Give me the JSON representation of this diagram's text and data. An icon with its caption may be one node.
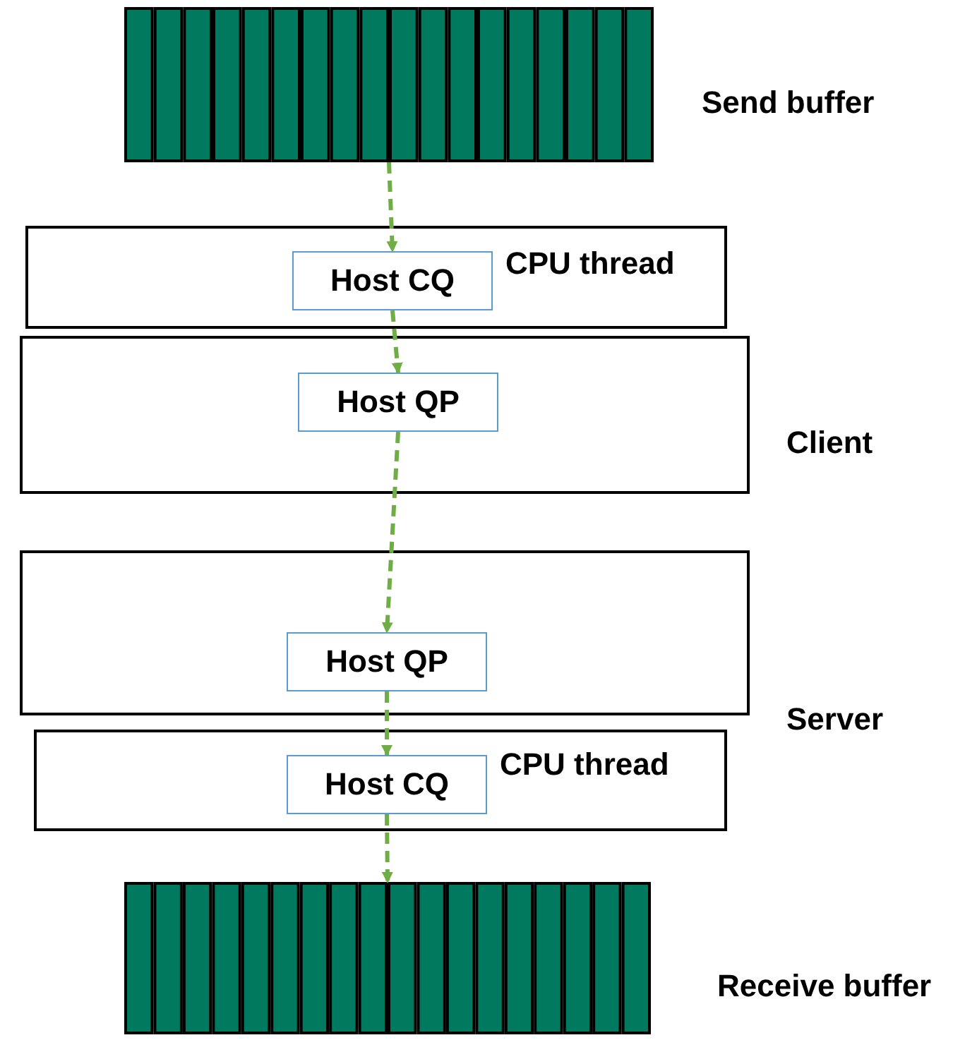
{
  "diagram": {
    "nodes": [
      {
        "text": [],
        "shape": "bar",
        "beside": [
          "Send buffer"
        ]
      },
      {
        "text": [
          "CPU thread"
        ]
      },
      {
        "text": [
          "Host CQ"
        ],
        "in": 1
      },
      {
        "text": [],
        "shape": "box",
        "beside": [
          "Client"
        ]
      },
      {
        "text": [
          "Host QP"
        ],
        "in": 3
      },
      {
        "text": [],
        "shape": "box",
        "beside": [
          "Server"
        ]
      },
      {
        "text": [
          "Host QP"
        ],
        "in": 5
      },
      {
        "text": [
          "CPU thread"
        ]
      },
      {
        "text": [
          "Host CQ"
        ],
        "in": 7
      },
      {
        "text": [],
        "shape": "bar",
        "beside": [
          "Receive buffer"
        ]
      }
    ],
    "edges": [
      {
        "from": 0,
        "to": 2,
        "arrow": "to",
        "style": "dashed"
      },
      {
        "from": 2,
        "to": 4,
        "arrow": "to",
        "style": "dashed"
      },
      {
        "from": 4,
        "to": 6,
        "arrow": "to",
        "style": "dashed"
      },
      {
        "from": 6,
        "to": 8,
        "arrow": "to",
        "style": "dashed"
      },
      {
        "from": 8,
        "to": 9,
        "arrow": "to",
        "style": "dashed"
      }
    ]
  }
}
